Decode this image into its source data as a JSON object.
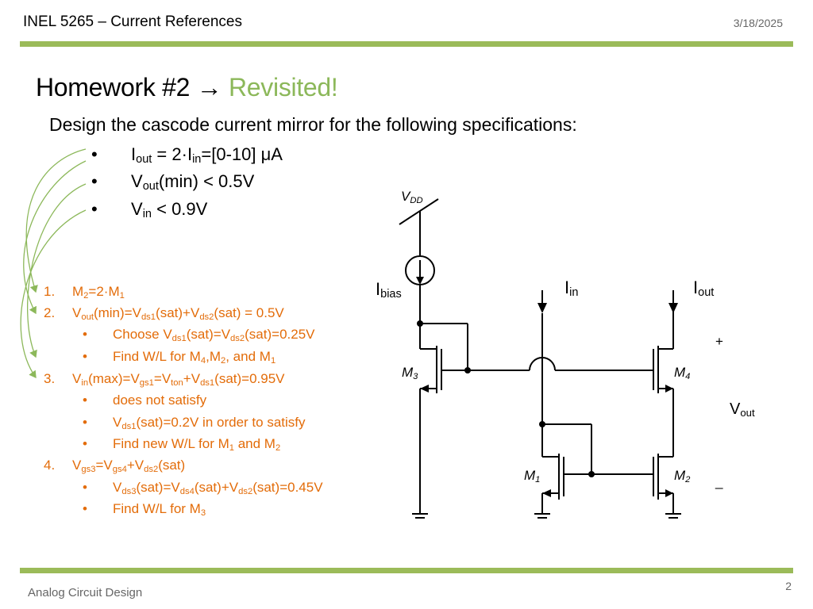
{
  "header": {
    "title": "INEL 5265 – Current References",
    "date": "3/18/2025"
  },
  "slide": {
    "title": "Homework #2",
    "arrow": "→",
    "title_accent": "Revisited!",
    "intro": "Design the cascode current mirror for the following specifications:",
    "bullet": "•",
    "specs": {
      "s1": {
        "a": "I",
        "a_sub": "out",
        "b": " = 2·I",
        "b_sub": "in",
        "c": "=[0-10] μA"
      },
      "s2": {
        "a": "V",
        "a_sub": "out",
        "b": "(min) < 0.5V"
      },
      "s3": {
        "a": "V",
        "a_sub": "in",
        "b": " < 0.9V"
      }
    }
  },
  "steps": {
    "n1": "1.",
    "n2": "2.",
    "n3": "3.",
    "n4": "4.",
    "bullet": "•",
    "l1": {
      "t1": "M",
      "s1": "2",
      "t2": "=2·M",
      "s2": "1"
    },
    "l2": {
      "t1": "V",
      "s1": "out",
      "t2": "(min)=V",
      "s2": "ds1",
      "t3": "(sat)+V",
      "s3": "ds2",
      "t4": "(sat) = 0.5V"
    },
    "l2a": {
      "t1": "Choose V",
      "s1": "ds1",
      "t2": "(sat)=V",
      "s2": "ds2",
      "t3": "(sat)=0.25V"
    },
    "l2b": {
      "t1": "Find W/L for M",
      "s1": "4",
      "t2": ",M",
      "s2": "2",
      "t3": ", and M",
      "s3": "1"
    },
    "l3": {
      "t1": "V",
      "s1": "in",
      "t2": "(max)=V",
      "s2": "gs1",
      "t3": "=V",
      "s3": "ton",
      "t4": "+V",
      "s4": "ds1",
      "t5": "(sat)=0.95V"
    },
    "l3a": {
      "t1": "does not satisfy"
    },
    "l3b": {
      "t1": "V",
      "s1": "ds1",
      "t2": "(sat)=0.2V in order to satisfy"
    },
    "l3c": {
      "t1": "Find new W/L for M",
      "s1": "1",
      "t2": " and M",
      "s2": "2"
    },
    "l4": {
      "t1": "V",
      "s1": "gs3",
      "t2": "=V",
      "s2": "gs4",
      "t3": "+V",
      "s3": "ds2",
      "t4": "(sat)"
    },
    "l4a": {
      "t1": "V",
      "s1": "ds3",
      "t2": "(sat)=V",
      "s2": "ds4",
      "t3": "(sat)+V",
      "s3": "ds2",
      "t4": "(sat)=0.45V"
    },
    "l4b": {
      "t1": "Find W/L for M",
      "s1": "3"
    }
  },
  "circuit": {
    "vdd": {
      "t": "V",
      "s": "DD"
    },
    "ibias": {
      "t": "I",
      "s": "bias"
    },
    "iin": {
      "t": "I",
      "s": "in"
    },
    "iout": {
      "t": "I",
      "s": "out"
    },
    "m3": {
      "t": "M",
      "s": "3"
    },
    "m4": {
      "t": "M",
      "s": "4"
    },
    "m1": {
      "t": "M",
      "s": "1"
    },
    "m2": {
      "t": "M",
      "s": "2"
    },
    "plus": "+",
    "minus": "_",
    "vout": {
      "t": "V",
      "s": "out"
    }
  },
  "footer": {
    "left": "Analog Circuit Design",
    "page": "2"
  },
  "colors": {
    "accent_green": "#9bbb59",
    "step_orange": "#e36c09"
  }
}
